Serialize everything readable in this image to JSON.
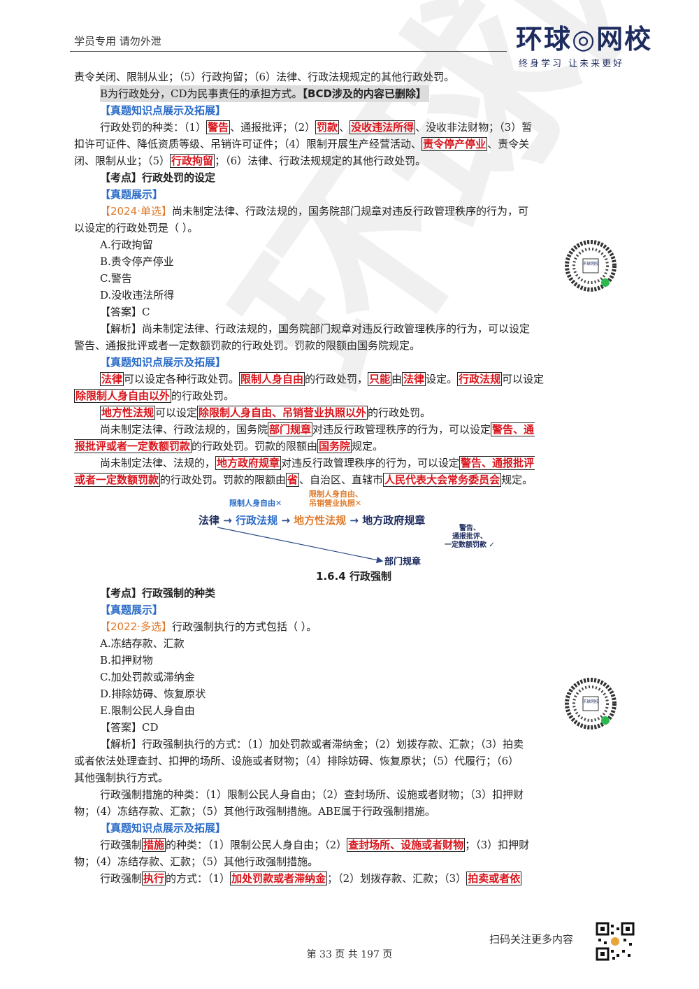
{
  "header": {
    "left": "学员专用  请勿外泄",
    "logo": "环球◎网校",
    "slogan": "终身学习 让未来更好"
  },
  "watermark": "环球网校",
  "lines": {
    "l01": "责令关闭、限制从业；（5）行政拘留；（6）法律、行政法规规定的其他行政处罚。",
    "l02a": "B为行政处分，CD为民事责任的承担方式。",
    "l02b": "【BCD涉及的内容已删除】",
    "l03": "【真题知识点展示及拓展】",
    "l04a": "行政处罚的种类：（1）",
    "l04b": "警告",
    "l04c": "、通报批评；（2）",
    "l04d": "罚款",
    "l04e": "、",
    "l04f": "没收违法所得",
    "l04g": "、没收非法财物；（3）暂",
    "l05a": "扣许可证件、降低资质等级、吊销许可证件；（4）限制开展生产经营活动、",
    "l05b": "责令停产停业",
    "l05c": "、责令关",
    "l06a": "闭、限制从业；（5）",
    "l06b": "行政拘留",
    "l06c": "；（6）法律、行政法规规定的其他行政处罚。",
    "l07": "【考点】行政处罚的设定",
    "l08": "【真题展示】",
    "l09a": "【2024·单选】",
    "l09b": "尚未制定法律、行政法规的，国务院部门规章对违反行政管理秩序的行为，可",
    "l10": "以设定的行政处罚是（   ）。",
    "l11": "A.行政拘留",
    "l12": "B.责令停产停业",
    "l13": "C.警告",
    "l14": "D.没收违法所得",
    "l15": "【答案】C",
    "l16": "【解析】尚未制定法律、行政法规的，国务院部门规章对违反行政管理秩序的行为，可以设定",
    "l17": "警告、通报批评或者一定数额罚款的行政处罚。罚款的限额由国务院规定。",
    "l18": "【真题知识点展示及拓展】",
    "l19a": "法律",
    "l19b": "可以设定各种行政处罚。",
    "l19c": "限制人身自由",
    "l19d": "的行政处罚，",
    "l19e": "只能",
    "l19f": "由",
    "l19g": "法律",
    "l19h": "设定。",
    "l19i": "行政法规",
    "l19j": "可以设定",
    "l20a": "除限制人身自由以外",
    "l20b": "的行政处罚。",
    "l21a": "地方性法规",
    "l21b": "可以设定",
    "l21c": "除限制人身自由、吊销营业执照以外",
    "l21d": "的行政处罚。",
    "l22a": "尚未制定法律、行政法规的，国务院",
    "l22b": "部门规章",
    "l22c": "对违反行政管理秩序的行为，可以设定",
    "l22d": "警告、通",
    "l23a": "报批评或者一定数额罚款",
    "l23b": "的行政处罚。罚款的限额由",
    "l23c": "国务院",
    "l23d": "规定。",
    "l24a": "尚未制定法律、法规的，",
    "l24b": "地方政府规章",
    "l24c": "对违反行政管理秩序的行为，可以设定",
    "l24d": "警告、通报批评",
    "l25a": "或者一定数额罚款",
    "l25b": "的行政处罚。罚款的限额由",
    "l25c": "省",
    "l25d": "、自治区、直辖市",
    "l25e": "人民代表大会常务委员会",
    "l25f": "规定。",
    "sec": "1.6.4 行政强制",
    "l26": "【考点】行政强制的种类",
    "l27": "【真题展示】",
    "l28a": "【2022·多选】",
    "l28b": "行政强制执行的方式包括（   ）。",
    "l29": "A.冻结存款、汇款",
    "l30": "B.扣押财物",
    "l31": "C.加处罚款或滞纳金",
    "l32": "D.排除妨碍、恢复原状",
    "l33": "E.限制公民人身自由",
    "l34": "【答案】CD",
    "l35": "【解析】行政强制执行的方式：（1）加处罚款或者滞纳金；（2）划拨存款、汇款；（3）拍卖",
    "l36": "或者依法处理查封、扣押的场所、设施或者财物；（4）排除妨碍、恢复原状；（5）代履行；（6）",
    "l37": "其他强制执行方式。",
    "l38": "行政强制措施的种类：（1）限制公民人身自由；（2）查封场所、设施或者财物；（3）扣押财",
    "l39": "物；（4）冻结存款、汇款；（5）其他行政强制措施。ABE属于行政强制措施。",
    "l40": "【真题知识点展示及拓展】",
    "l41a": "行政强制",
    "l41b": "措施",
    "l41c": "的种类：（1）限制公民人身自由；（2）",
    "l41d": "查封场所、设施或者财物",
    "l41e": "；（3）扣押财",
    "l42": "物；（4）冻结存款、汇款；（5）其他行政强制措施。",
    "l43a": "行政强制",
    "l43b": "执行",
    "l43c": "的方式：（1）",
    "l43d": "加处罚款或者滞纳金",
    "l43e": "；（2）划拨存款、汇款；（3）",
    "l43f": "拍卖或者依"
  },
  "diagram": {
    "n1": "法律",
    "n2": "行政法规",
    "n3": "地方性法规",
    "n4": "地方政府规章",
    "n5": "部门规章",
    "note1": "限制人身自由✕",
    "note2a": "限制人身自由、",
    "note2b": "吊销营业执照✕",
    "note3a": "警告、",
    "note3b": "通报批评、",
    "note3c": "一定数额罚款 ✓"
  },
  "qr1_label": "环球网校",
  "qr2_label": "环球网校",
  "footer": {
    "scan": "扫码关注更多内容",
    "page": "第 33 页 共 197 页"
  },
  "colors": {
    "blue": "#2a6bc7",
    "red": "#d9141b",
    "orange": "#e07a2a",
    "navy": "#1d2b5e"
  }
}
